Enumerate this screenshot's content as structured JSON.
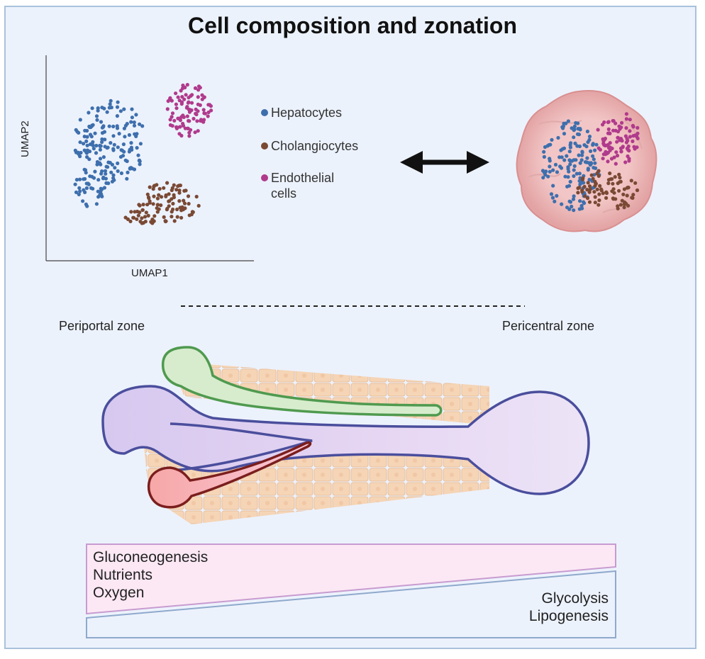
{
  "title": "Cell composition and zonation",
  "umap": {
    "xlabel": "UMAP1",
    "ylabel": "UMAP2"
  },
  "legend": [
    {
      "label": "Hepatocytes",
      "color": "#3e6fad"
    },
    {
      "label": "Cholangiocytes",
      "color": "#7a4934"
    },
    {
      "label": "Endothelial\ncells",
      "color": "#b03a8c"
    }
  ],
  "zones": {
    "left": "Periportal zone",
    "right": "Pericentral zone"
  },
  "gradient": {
    "top_text": "Gluconeogenesis\nNutrients\nOxygen",
    "bottom_text": "Glycolysis\nLipogenesis"
  },
  "colors": {
    "panel_bg": "#ecf2fc",
    "portal_vein": "#4a4e9c",
    "bile_duct": "#4f9a4f",
    "hepatic_artery": "#7b1e1e",
    "hepatocyte": "#f6cfa7"
  }
}
